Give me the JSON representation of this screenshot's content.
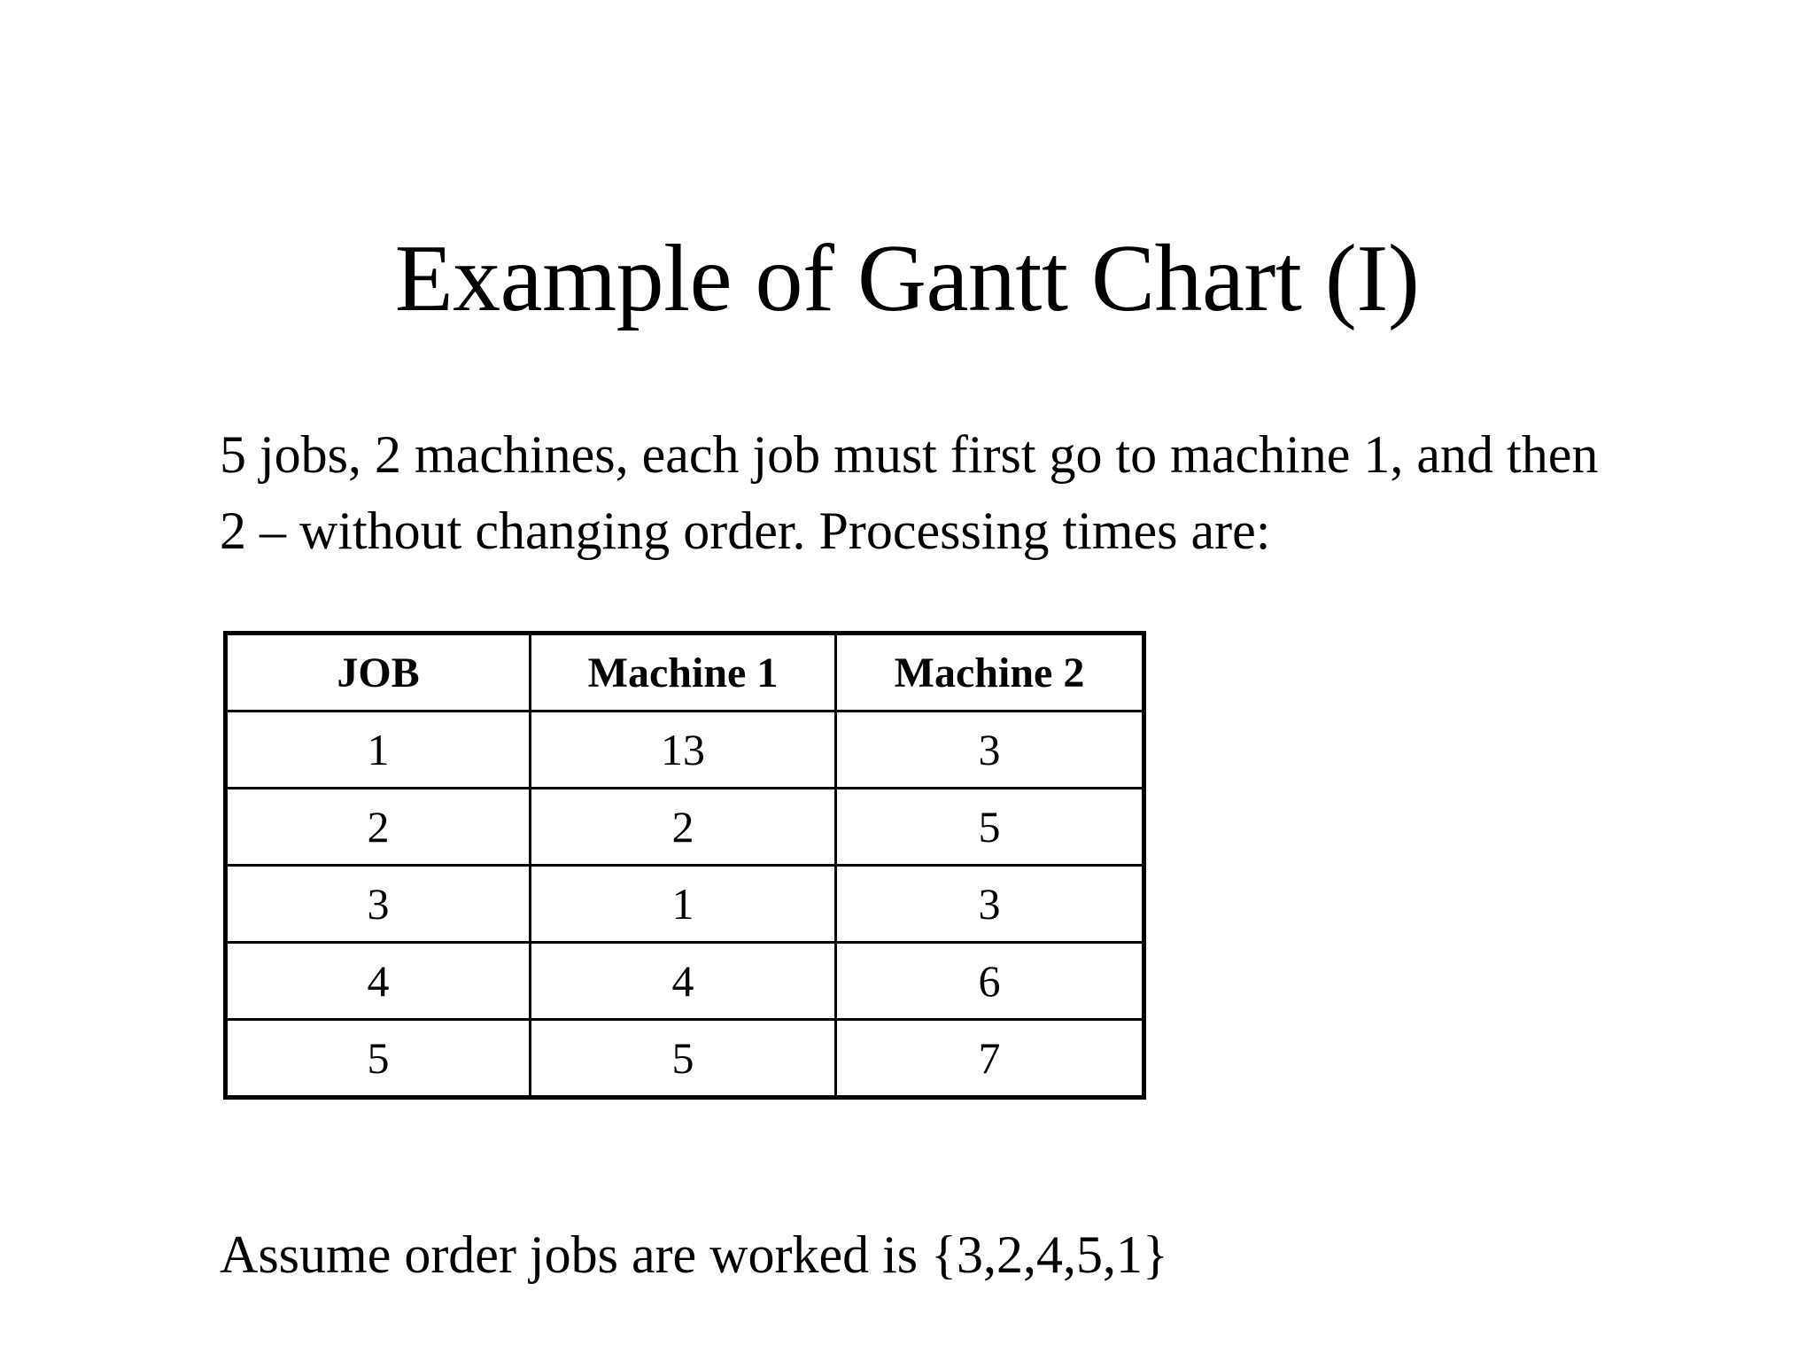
{
  "slide": {
    "title": "Example of Gantt Chart (I)",
    "intro_text": "5 jobs, 2 machines, each job must first go to machine 1, and then 2 – without changing order. Processing times are:",
    "assume_text": "Assume order jobs are worked is {3,2,4,5,1}",
    "background_color": "#ffffff",
    "text_color": "#000000",
    "border_color": "#000000"
  },
  "chart_data": {
    "type": "table",
    "title": "Example of Gantt Chart (I)",
    "columns": [
      "JOB",
      "Machine 1",
      "Machine 2"
    ],
    "rows": [
      [
        "1",
        "13",
        "3"
      ],
      [
        "2",
        "2",
        "5"
      ],
      [
        "3",
        "1",
        "3"
      ],
      [
        "4",
        "4",
        "6"
      ],
      [
        "5",
        "5",
        "7"
      ]
    ],
    "job_ids": [
      1,
      2,
      3,
      4,
      5
    ],
    "series": [
      {
        "name": "Machine 1",
        "values": [
          13,
          2,
          1,
          4,
          5
        ]
      },
      {
        "name": "Machine 2",
        "values": [
          3,
          5,
          3,
          6,
          7
        ]
      }
    ],
    "job_sequence": [
      3,
      2,
      4,
      5,
      1
    ],
    "xlabel": "",
    "ylabel": "",
    "grid": true,
    "legend": "none"
  }
}
